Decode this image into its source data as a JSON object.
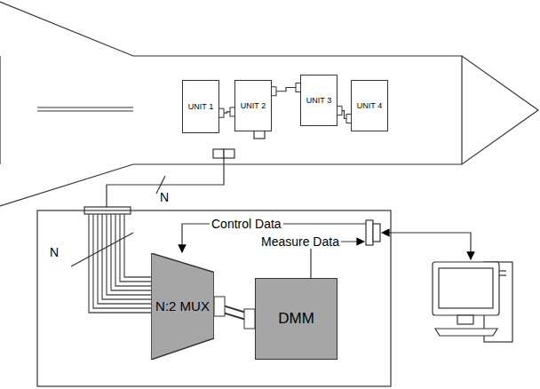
{
  "diagram": {
    "nodes": [
      {
        "text": [
          "UNIT 1"
        ]
      },
      {
        "text": [
          "UNIT 2"
        ]
      },
      {
        "text": [
          "UNIT 3"
        ]
      },
      {
        "text": [
          "UNIT 4"
        ]
      },
      {
        "text": [
          "N:2 MUX"
        ]
      },
      {
        "text": [
          "DMM"
        ]
      }
    ],
    "edges": [
      {
        "from": 0,
        "to": 1,
        "arrow": "none"
      },
      {
        "from": 1,
        "to": 2,
        "arrow": "none"
      },
      {
        "from": 2,
        "to": 3,
        "arrow": "none"
      },
      {
        "from": 4,
        "to": 5,
        "arrow": "none"
      }
    ],
    "labels": [
      "N",
      "N",
      "Control Data",
      "Measure Data"
    ]
  }
}
